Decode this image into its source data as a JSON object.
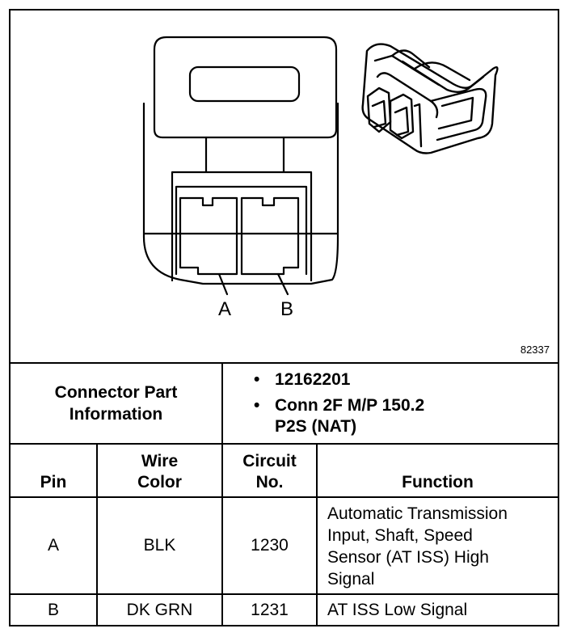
{
  "figure": {
    "pin_labels": [
      "A",
      "B"
    ],
    "figure_number": "82337"
  },
  "connector_info": {
    "label_line1": "Connector Part",
    "label_line2": "Information",
    "bullet": "•",
    "items": [
      {
        "line1": "12162201",
        "line2": ""
      },
      {
        "line1": "Conn 2F M/P 150.2",
        "line2": "P2S (NAT)"
      }
    ]
  },
  "table": {
    "headers": {
      "pin": "Pin",
      "wire_color_line1": "Wire",
      "wire_color_line2": "Color",
      "circuit_line1": "Circuit",
      "circuit_line2": "No.",
      "function": "Function"
    },
    "rows": [
      {
        "pin": "A",
        "wire_color": "BLK",
        "circuit": "1230",
        "function_lines": [
          "Automatic Transmission",
          "Input, Shaft, Speed",
          "Sensor (AT ISS) High",
          "Signal"
        ]
      },
      {
        "pin": "B",
        "wire_color": "DK GRN",
        "circuit": "1231",
        "function_lines": [
          "AT ISS Low Signal"
        ]
      }
    ]
  }
}
